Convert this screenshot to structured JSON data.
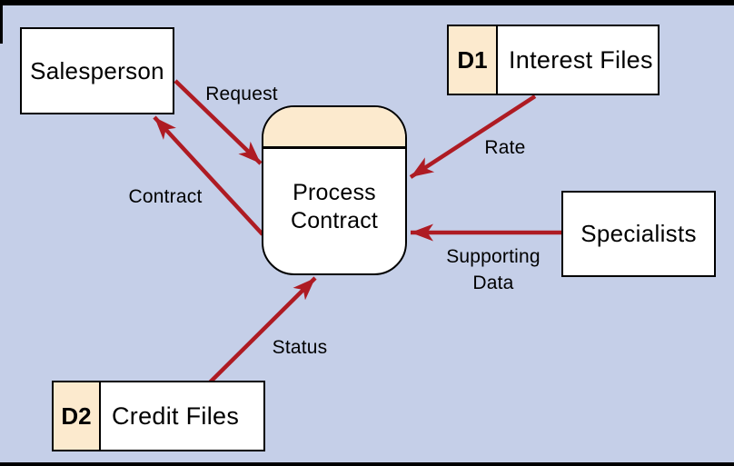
{
  "diagram_type": "data-flow-diagram",
  "colors": {
    "background": "#C5CFE8",
    "arrow": "#AE1B23",
    "store_tab_fill": "#FCEACE",
    "process_header_fill": "#FCEACE",
    "box_fill": "#FFFFFF",
    "border": "#000000"
  },
  "process": {
    "name": "Process Contract",
    "lines": [
      "Process",
      "Contract"
    ]
  },
  "entities": [
    {
      "label": "Salesperson"
    },
    {
      "label": "Specialists"
    }
  ],
  "stores": [
    {
      "id": "D1",
      "label": "Interest Files"
    },
    {
      "id": "D2",
      "label": "Credit Files"
    }
  ],
  "flows": [
    {
      "label": "Request",
      "from": "Salesperson",
      "to": "Process Contract"
    },
    {
      "label": "Contract",
      "from": "Process Contract",
      "to": "Salesperson"
    },
    {
      "label": "Rate",
      "from": "D1 Interest Files",
      "to": "Process Contract"
    },
    {
      "label": "Supporting Data",
      "from": "Specialists",
      "to": "Process Contract"
    },
    {
      "label": "Status",
      "from": "D2 Credit Files",
      "to": "Process Contract"
    }
  ]
}
